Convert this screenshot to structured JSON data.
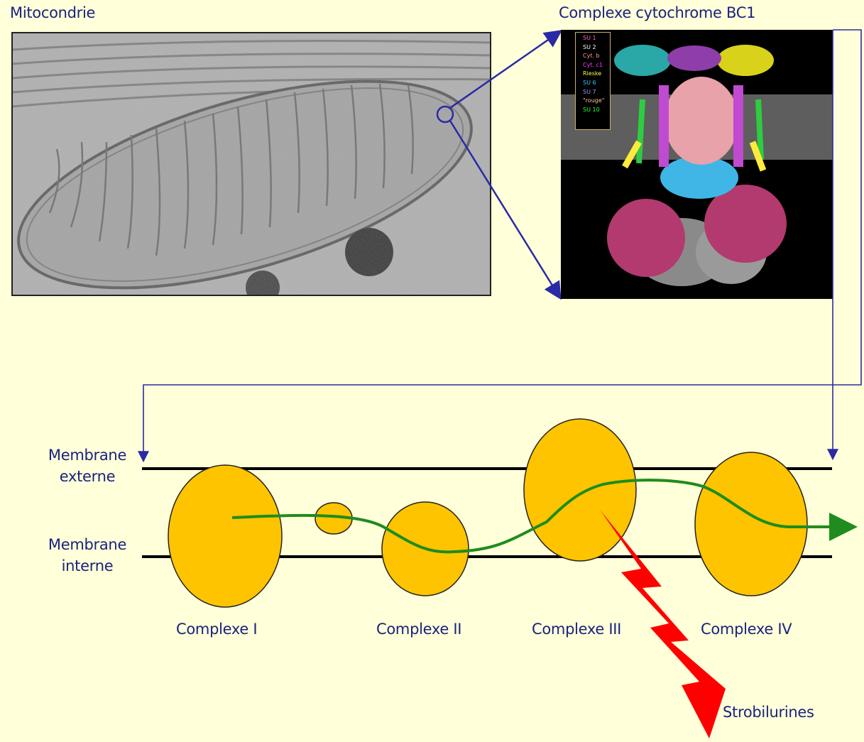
{
  "titles": {
    "micrograph": "Mitocondrie",
    "structure": "Complexe cytochrome BC1"
  },
  "structure_legend": [
    {
      "label": "SU 1",
      "color": "#ff66cc"
    },
    {
      "label": "SU 2",
      "color": "#ffffff"
    },
    {
      "label": "Cyt. b",
      "color": "#ff9999"
    },
    {
      "label": "Cyt. c1",
      "color": "#ff33ff"
    },
    {
      "label": "Rieske",
      "color": "#ffff33"
    },
    {
      "label": "SU 6",
      "color": "#33ccff"
    },
    {
      "label": "SU 7",
      "color": "#9999ff"
    },
    {
      "label": "\"rouge\"",
      "color": "#ffcc99"
    },
    {
      "label": "SU 10",
      "color": "#33ff33"
    }
  ],
  "membranes": {
    "outer": [
      "Membrane",
      "externe"
    ],
    "inner": [
      "Membrane",
      "interne"
    ]
  },
  "complexes": [
    "Complexe I",
    "Complexe II",
    "Complexe III",
    "Complexe IV"
  ],
  "inhibitor": "Strobilurines",
  "colors": {
    "background": "#ffffd9",
    "text": "#1a237e",
    "complex_fill": "#ffc400",
    "electron_path": "#1e8c1e",
    "connector": "#2a2aa6",
    "inhibitor": "#ff0000"
  }
}
